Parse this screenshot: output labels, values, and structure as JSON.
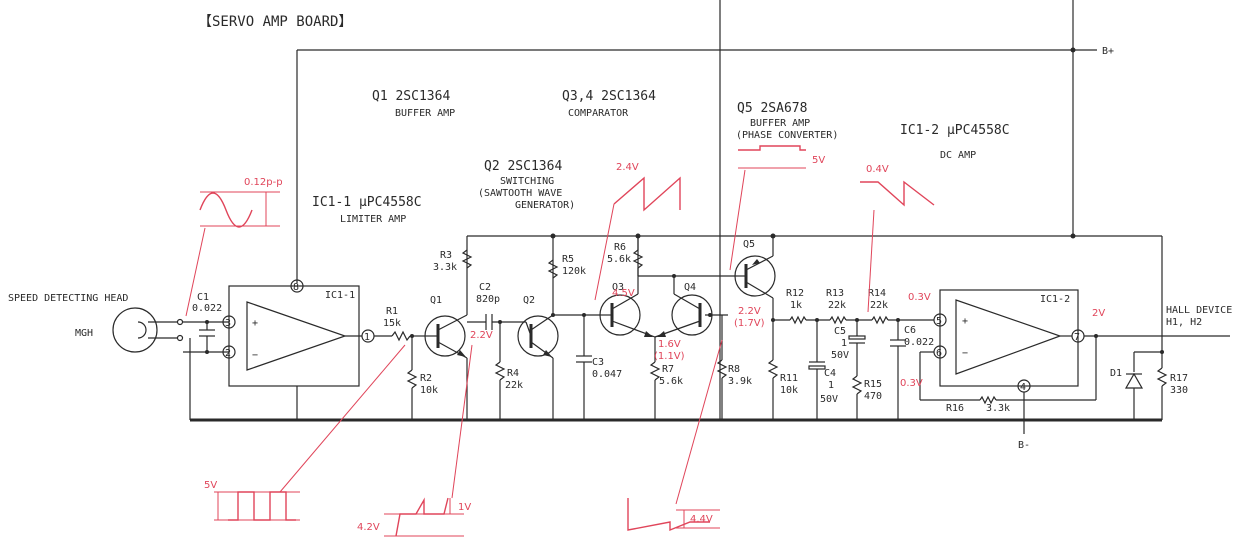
{
  "title": "【SERVO AMP BOARD】",
  "rails": {
    "bplus": "B+",
    "bminus": "B-"
  },
  "blocks": {
    "q1": {
      "part": "Q1 2SC1364",
      "role": "BUFFER AMP"
    },
    "q34": {
      "part": "Q3,4 2SC1364",
      "role": "COMPARATOR"
    },
    "q5": {
      "part": "Q5 2SA678",
      "role1": "BUFFER AMP",
      "role2": "(PHASE CONVERTER)"
    },
    "ic12": {
      "part": "IC1-2 μPC4558C",
      "role": "DC AMP"
    },
    "q2": {
      "part": "Q2 2SC1364",
      "role1": "SWITCHING",
      "role2": "(SAWTOOTH WAVE",
      "role3": "GENERATOR)"
    },
    "ic11": {
      "part": "IC1-1 μPC4558C",
      "role": "LIMITER AMP"
    }
  },
  "io": {
    "input": "SPEED DETECTING HEAD",
    "mgh": "MGH",
    "output1": "HALL DEVICE",
    "output2": "H1, H2"
  },
  "ic_labels": {
    "ic11": "IC1-1",
    "ic12": "IC1-2"
  },
  "pins": {
    "p8": "8",
    "p3": "3",
    "p2": "2",
    "p1": "1",
    "p5": "5",
    "p6": "6",
    "p7": "7",
    "p4": "4"
  },
  "components": {
    "c1": {
      "ref": "C1",
      "val": "0.022"
    },
    "r1": {
      "ref": "R1",
      "val": "15k"
    },
    "r2": {
      "ref": "R2",
      "val": "10k"
    },
    "r3": {
      "ref": "R3",
      "val": "3.3k"
    },
    "c2": {
      "ref": "C2",
      "val": "820p"
    },
    "r4": {
      "ref": "R4",
      "val": "22k"
    },
    "r5": {
      "ref": "R5",
      "val": "120k"
    },
    "c3": {
      "ref": "C3",
      "val": "0.047"
    },
    "r6": {
      "ref": "R6",
      "val": "5.6k"
    },
    "r7": {
      "ref": "R7",
      "val": "5.6k"
    },
    "r8": {
      "ref": "R8",
      "val": "3.9k"
    },
    "r11": {
      "ref": "R11",
      "val": "10k"
    },
    "r12": {
      "ref": "R12",
      "val": "1k"
    },
    "r13": {
      "ref": "R13",
      "val": "22k"
    },
    "r14": {
      "ref": "R14",
      "val": "22k"
    },
    "c4": {
      "ref": "C4",
      "val1": "1",
      "val2": "50V"
    },
    "c5": {
      "ref": "C5",
      "val1": "1",
      "val2": "50V"
    },
    "c6": {
      "ref": "C6",
      "val": "0.022"
    },
    "r15": {
      "ref": "R15",
      "val": "470"
    },
    "r16": {
      "ref": "R16",
      "val": "3.3k"
    },
    "r17": {
      "ref": "R17",
      "val": "330"
    },
    "d1": {
      "ref": "D1"
    },
    "q1": "Q1",
    "q2": "Q2",
    "q3": "Q3",
    "q4": "Q4",
    "q5": "Q5"
  },
  "voltages": {
    "sine_amp": "0.12p-p",
    "saw1": "2.4V",
    "q5_wave": "5V",
    "dc_wave": "0.4V",
    "q1_base": "2.2V",
    "q3_emitter": "4.5V",
    "q4_emitter1": "1.6V",
    "q4_emitter2": "(1.1V)",
    "q5_col1": "2.2V",
    "q5_col2": "(1.7V)",
    "ic_in": "0.3V",
    "ic_fb": "0.3V",
    "ic_out": "2V",
    "square": "5V",
    "pulse1": "4.2V",
    "pulse2": "1V",
    "bottom_saw": "4.4V"
  },
  "colors": {
    "ink": "#2a2a2a",
    "annotation": "#e0455a"
  }
}
